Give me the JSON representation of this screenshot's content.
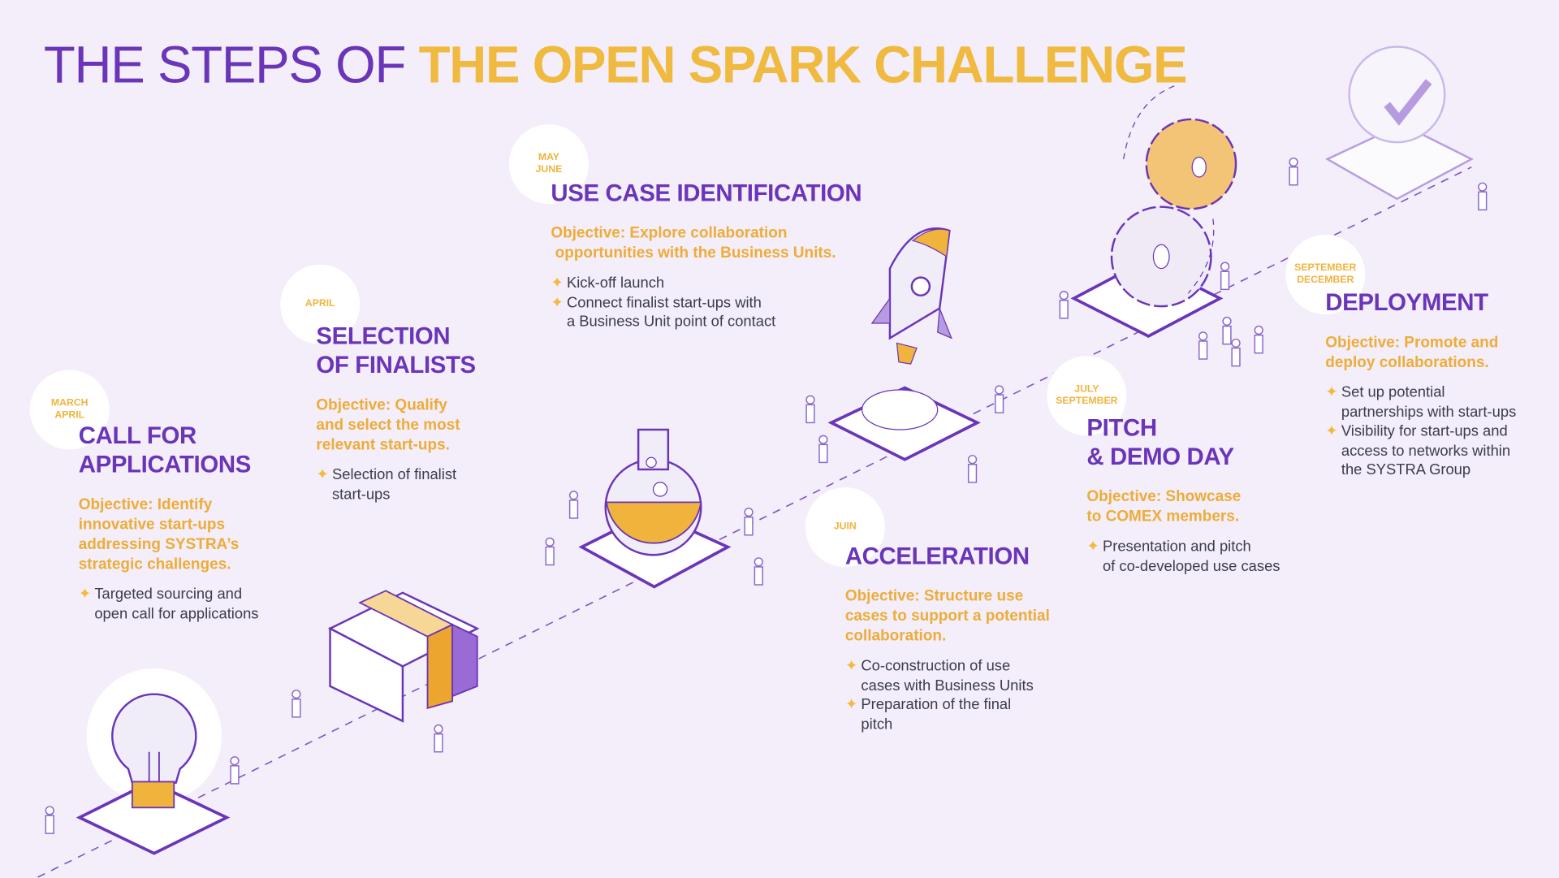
{
  "title": {
    "light": "THE STEPS OF ",
    "bold": "THE OPEN SPARK CHALLENGE"
  },
  "colors": {
    "purple": "#6a35b8",
    "yellow": "#f0b43c",
    "background": "#f3eef9"
  },
  "steps": [
    {
      "date": [
        "MARCH",
        "APRIL"
      ],
      "heading": [
        "CALL FOR",
        "APPLICATIONS"
      ],
      "objective": [
        "Objective: Identify",
        "innovative start-ups",
        "addressing SYSTRA’s",
        "strategic challenges."
      ],
      "bullets": [
        [
          "Targeted sourcing and",
          "open call for applications"
        ]
      ]
    },
    {
      "date": [
        "APRIL"
      ],
      "heading": [
        "SELECTION",
        "OF FINALISTS"
      ],
      "objective": [
        "Objective: Qualify",
        "and select the most",
        "relevant start-ups."
      ],
      "bullets": [
        [
          "Selection of finalist",
          "start-ups"
        ]
      ]
    },
    {
      "date": [
        "MAY",
        "JUNE"
      ],
      "heading": [
        "USE CASE IDENTIFICATION"
      ],
      "objective": [
        "Objective: Explore collaboration",
        " opportunities with the Business Units."
      ],
      "bullets": [
        [
          "Kick-off launch"
        ],
        [
          "Connect finalist start-ups with",
          "a Business Unit point of contact"
        ]
      ]
    },
    {
      "date": [
        "JUIN"
      ],
      "heading": [
        "ACCELERATION"
      ],
      "objective": [
        "Objective: Structure use",
        "cases to support a potential",
        "collaboration."
      ],
      "bullets": [
        [
          "Co-construction of use",
          "cases with Business Units"
        ],
        [
          "Preparation of the final",
          "pitch"
        ]
      ]
    },
    {
      "date": [
        "JULY",
        "SEPTEMBER"
      ],
      "heading": [
        "PITCH",
        "& DEMO DAY"
      ],
      "objective": [
        "Objective: Showcase",
        "to COMEX members."
      ],
      "bullets": [
        [
          "Presentation and pitch",
          "of co-developed use cases"
        ]
      ]
    },
    {
      "date": [
        "SEPTEMBER",
        "DECEMBER"
      ],
      "heading": [
        "DEPLOYMENT"
      ],
      "objective": [
        "Objective: Promote and",
        "deploy collaborations."
      ],
      "bullets": [
        [
          "Set up potential",
          "partnerships with start-ups"
        ],
        [
          "Visibility for start-ups and",
          "access to networks within",
          "the SYSTRA Group"
        ]
      ]
    }
  ],
  "icons": [
    "lightbulb-icon",
    "podium-icon",
    "flask-icon",
    "rocket-icon",
    "gears-icon",
    "checkmark-icon",
    "sparkle-bullet-icon"
  ]
}
